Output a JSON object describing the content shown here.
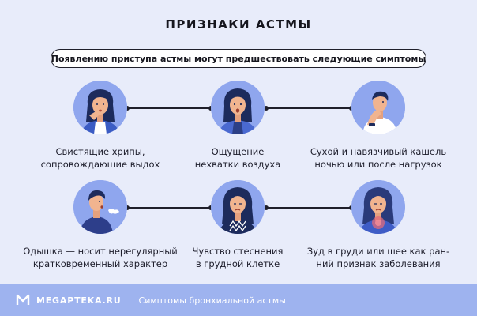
{
  "title": "ПРИЗНАКИ АСТМЫ",
  "subtitle": "Появлению приступа астмы могут предшествовать следующие симптомы",
  "symptoms": [
    {
      "line1": "Свистящие хрипы,",
      "line2": "сопровождающие выдох"
    },
    {
      "line1": "Ощущение",
      "line2": "нехватки воздуха"
    },
    {
      "line1": "Сухой и навязчивый кашель",
      "line2": "ночью или после нагрузок"
    },
    {
      "line1": "Одышка — носит нерегулярный",
      "line2": "кратковременный характер"
    },
    {
      "line1": "Чувство стеснения",
      "line2": "в грудной клетке"
    },
    {
      "line1": "Зуд в груди или шее как ран-",
      "line2": "ний признак заболевания"
    }
  ],
  "footer": {
    "brand": "MEGAPTEKA.RU",
    "text": "Симптомы бронхиальной астмы"
  },
  "icons": {
    "avatars": [
      "wheezing-woman-icon",
      "breathless-woman-icon",
      "coughing-man-icon",
      "short-breath-man-icon",
      "chest-tightness-woman-icon",
      "itching-woman-icon"
    ],
    "logo": "megapteka-logo-icon"
  },
  "colors": {
    "background": "#e8ecfa",
    "avatar_circle": "#8fa6ee",
    "footer": "#9eb3ef",
    "text": "#1c1c2a"
  }
}
